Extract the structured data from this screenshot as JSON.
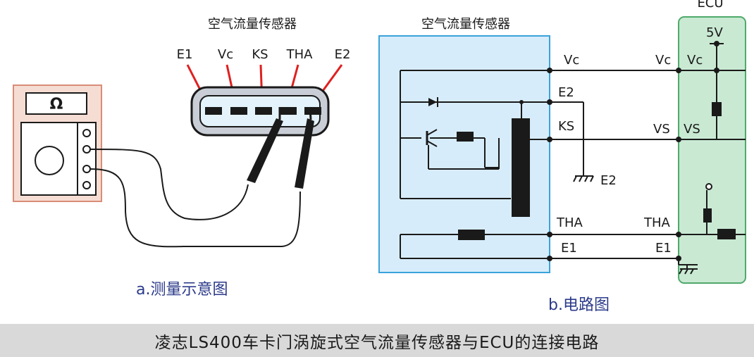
{
  "left": {
    "title": "空气流量传感器",
    "pins": [
      "E1",
      "Vc",
      "KS",
      "THA",
      "E2"
    ],
    "meter_symbol": "Ω",
    "subtitle": "a.测量示意图"
  },
  "right": {
    "sensor_title": "空气流量传感器",
    "ecu_title": "ECU",
    "sensor_pins": {
      "vc": "Vc",
      "e2": "E2",
      "ks": "KS",
      "tha": "THA",
      "e1": "E1"
    },
    "ground_label": "E2",
    "ecu_pins": {
      "vc_outer": "Vc",
      "vc_inner": "Vc",
      "vs_outer": "VS",
      "vs_inner": "VS",
      "tha": "THA",
      "e1": "E1"
    },
    "supply": "5V",
    "subtitle": "b.电路图"
  },
  "caption": "凌志LS400车卡门涡旋式空气流量传感器与ECU的连接电路",
  "colors": {
    "sensor_fill": "#d7ecfa",
    "sensor_border": "#3aa3dc",
    "ecu_fill": "#c9e9d3",
    "ecu_border": "#4faa6b",
    "meter_fill": "#f6ddd3",
    "meter_border": "#d98d77",
    "arrow": "#e02020",
    "caption_bg": "#d9d9d9"
  }
}
